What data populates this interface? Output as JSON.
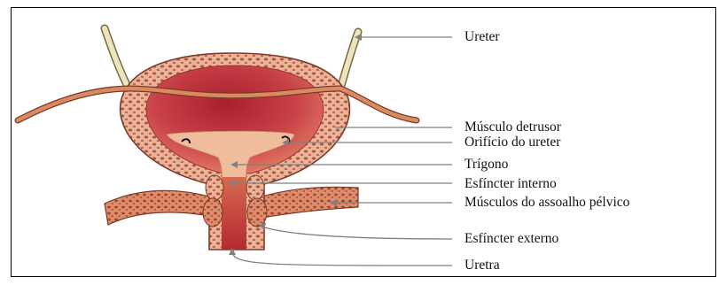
{
  "diagram": {
    "labels": {
      "ureter": "Ureter",
      "detrusor": "Músculo detrusor",
      "orificio": "Orifício do ureter",
      "trigono": "Trígono",
      "esfincter_interno": "Esfíncter interno",
      "assoalho": "Músculos do assoalho pélvico",
      "esfincter_externo": "Esfíncter externo",
      "uretra": "Uretra"
    },
    "colors": {
      "wall": "#e8b59a",
      "wall_cell": "#b5553f",
      "lumen_center": "#a8202c",
      "lumen_edge": "#e07860",
      "trigone": "#efbc9c",
      "ureter": "#ece3bf",
      "outline": "#7a3b2a",
      "pelvic_floor": "#dc8e6c",
      "leader": "#808080"
    }
  }
}
